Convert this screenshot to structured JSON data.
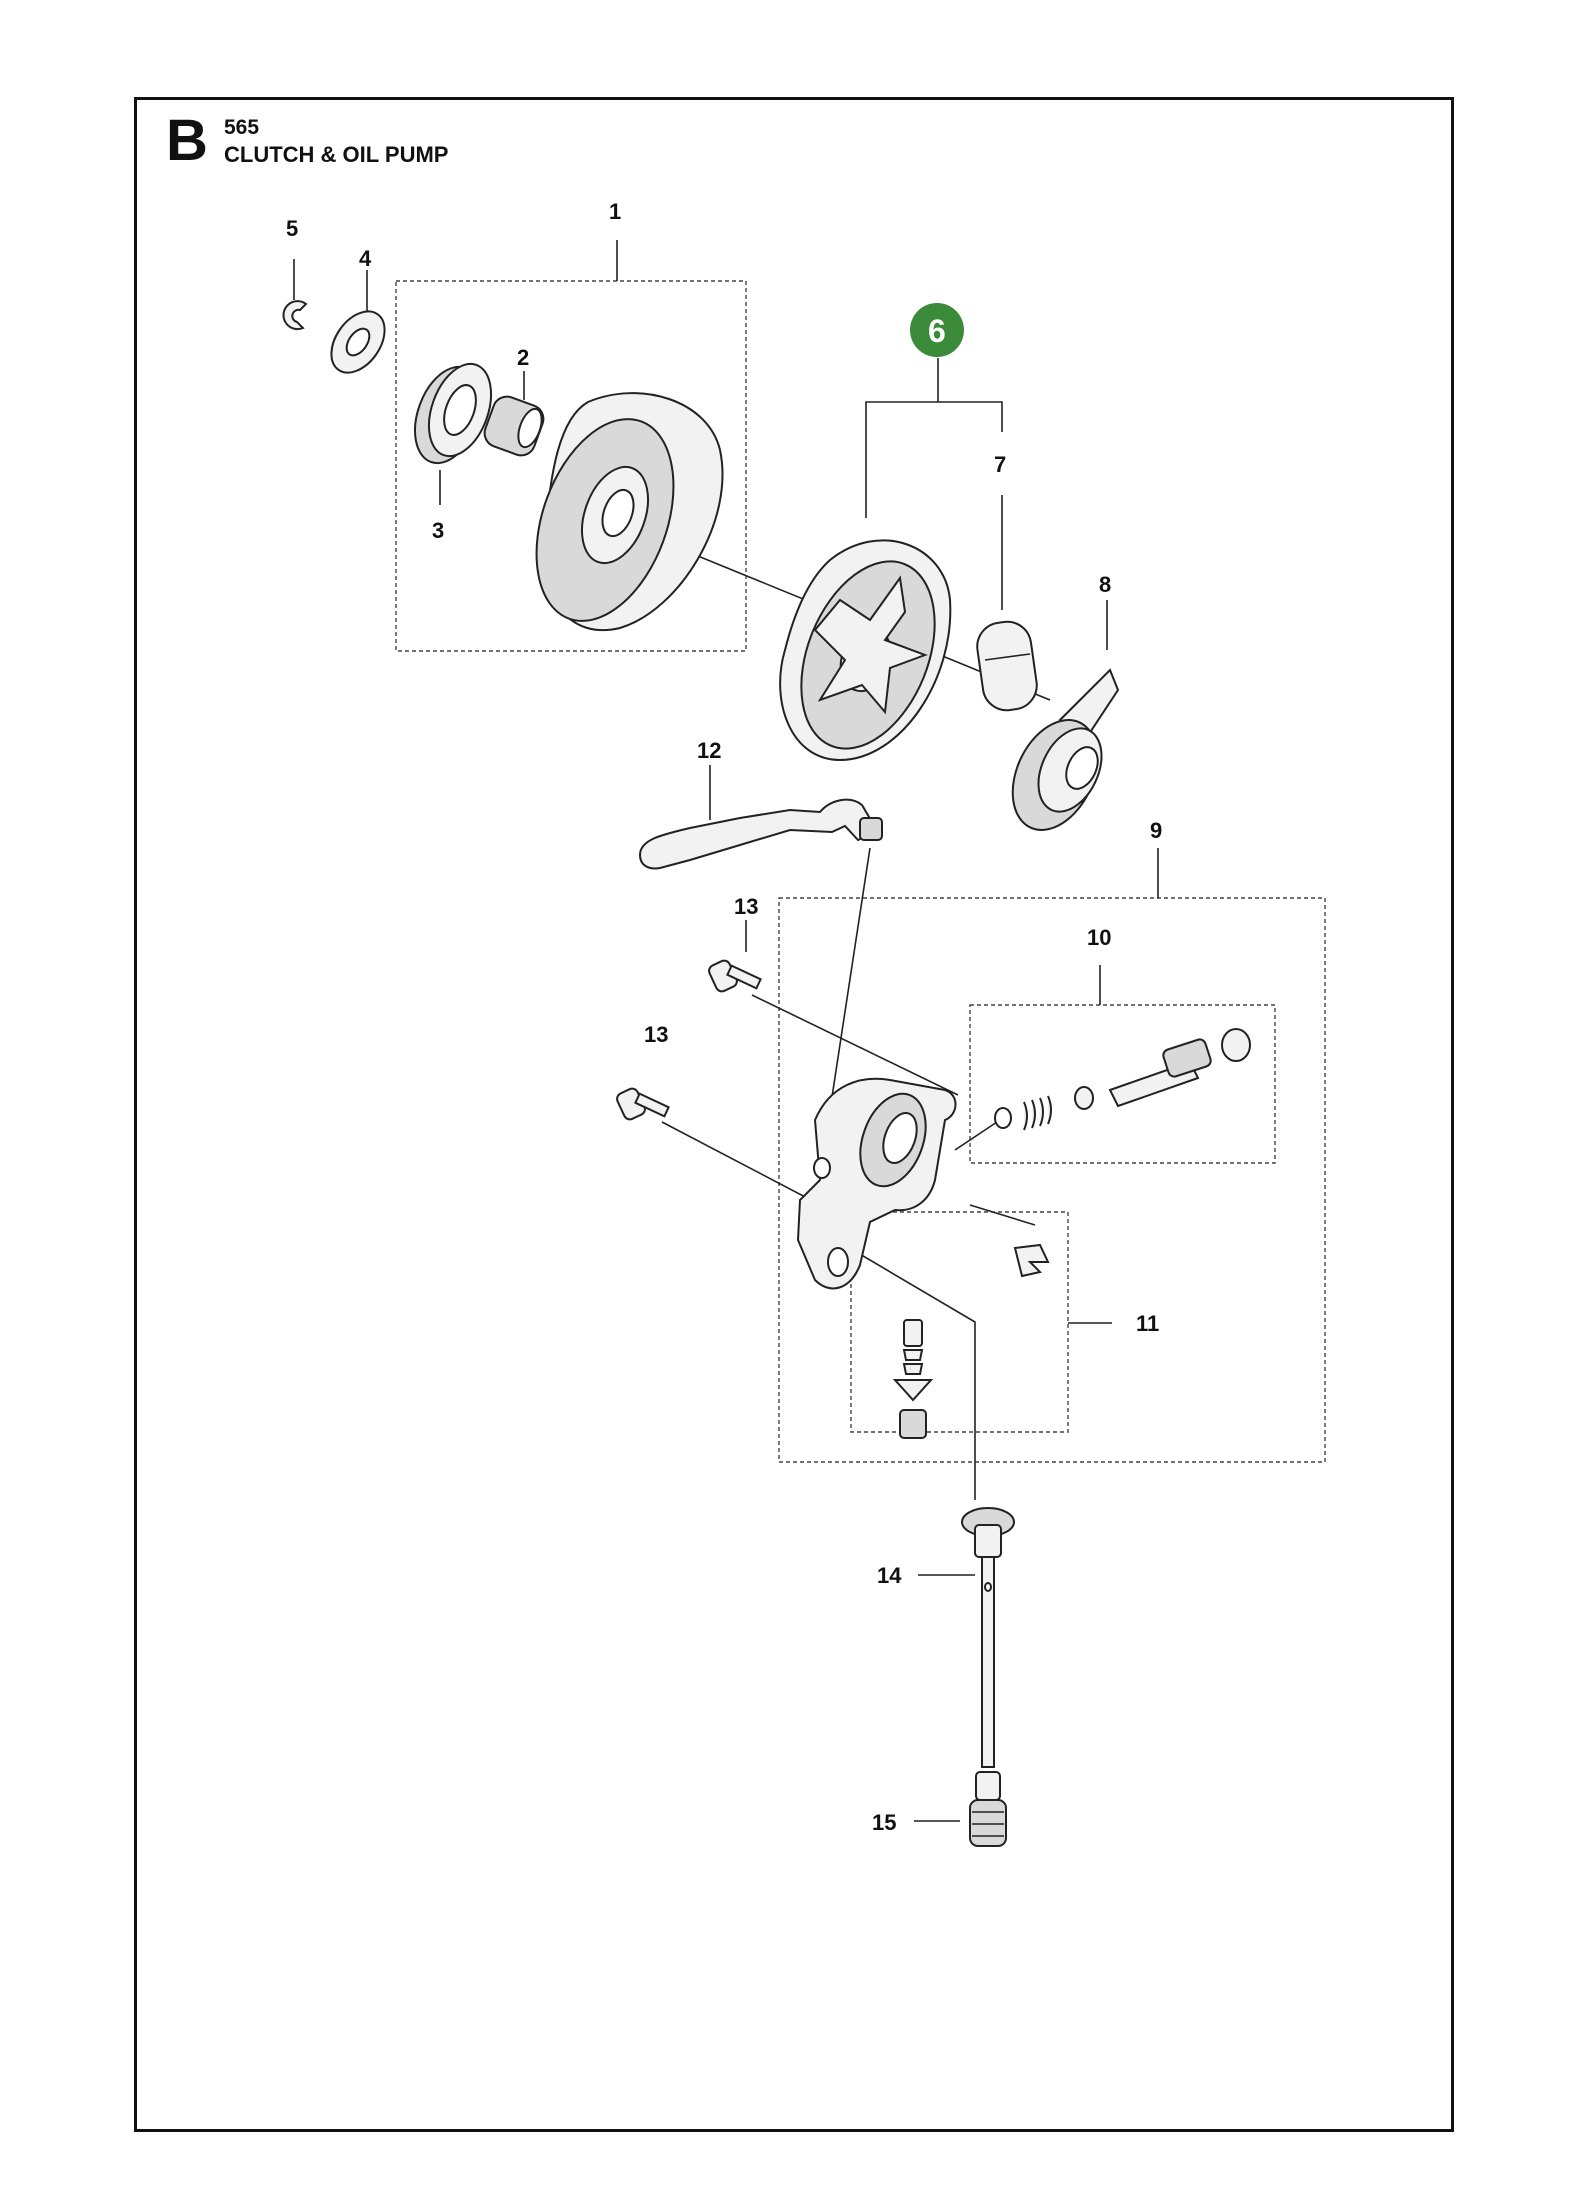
{
  "header": {
    "section_letter": "B",
    "model": "565",
    "title": "CLUTCH & OIL PUMP"
  },
  "colors": {
    "highlight_badge": "#3a8a3a",
    "line": "#222222"
  },
  "callouts": {
    "p1": "1",
    "p2": "2",
    "p3": "3",
    "p4": "4",
    "p5": "5",
    "p6": "6",
    "p7": "7",
    "p8": "8",
    "p9": "9",
    "p10": "10",
    "p11": "11",
    "p12": "12",
    "p13a": "13",
    "p13b": "13",
    "p14": "14",
    "p15": "15"
  }
}
